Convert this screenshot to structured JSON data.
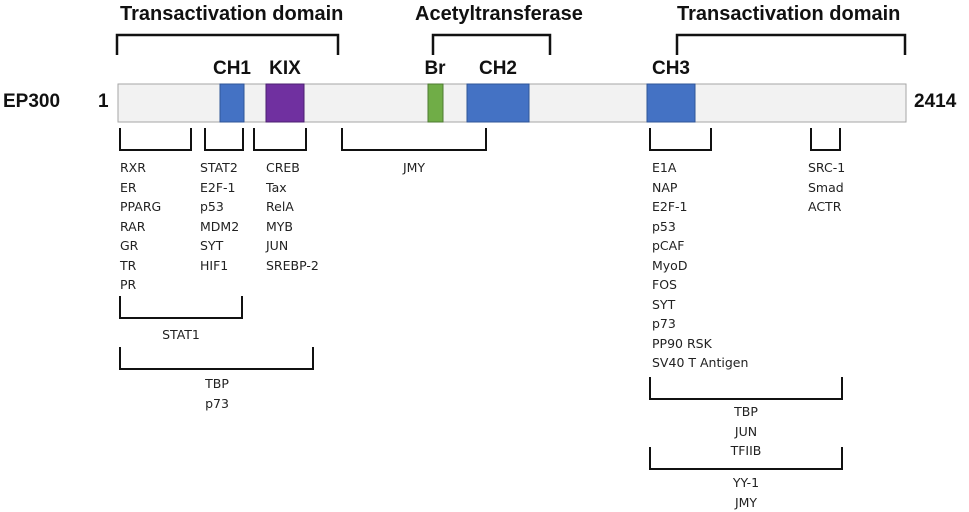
{
  "protein": {
    "name": "EP300",
    "start": "1",
    "end": "2414",
    "bar_color": "#f2f2f2"
  },
  "region_titles": {
    "transactivation_left": "Transactivation domain",
    "acetyltransferase": "Acetyltransferase",
    "transactivation_right": "Transactivation domain"
  },
  "domains": {
    "ch1": {
      "label": "CH1",
      "color": "#4472c4"
    },
    "kix": {
      "label": "KIX",
      "color": "#7030a0"
    },
    "br": {
      "label": "Br",
      "color": "#70ad47"
    },
    "ch2": {
      "label": "CH2",
      "color": "#4472c4"
    },
    "ch3": {
      "label": "CH3",
      "color": "#4472c4"
    }
  },
  "partners": {
    "group1": [
      "RXR",
      "ER",
      "PPARG",
      "RAR",
      "GR",
      "TR",
      "PR"
    ],
    "group2": [
      "STAT2",
      "E2F-1",
      "p53",
      "MDM2",
      "SYT",
      "HIF1"
    ],
    "group3": [
      "CREB",
      "Tax",
      "RelA",
      "MYB",
      "JUN",
      "SREBP-2"
    ],
    "group4": [
      "JMY"
    ],
    "group5": [
      "E1A",
      "NAP",
      "E2F-1",
      "p53",
      "pCAF",
      "MyoD",
      "FOS",
      "SYT",
      "p73",
      "PP90 RSK",
      "SV40 T Antigen"
    ],
    "group6": [
      "SRC-1",
      "Smad",
      "ACTR"
    ],
    "group7": [
      "STAT1"
    ],
    "group8": [
      "TBP",
      "p73"
    ],
    "group9": [
      "TBP",
      "JUN",
      "TFIIB"
    ],
    "group10": [
      "YY-1",
      "JMY"
    ]
  }
}
